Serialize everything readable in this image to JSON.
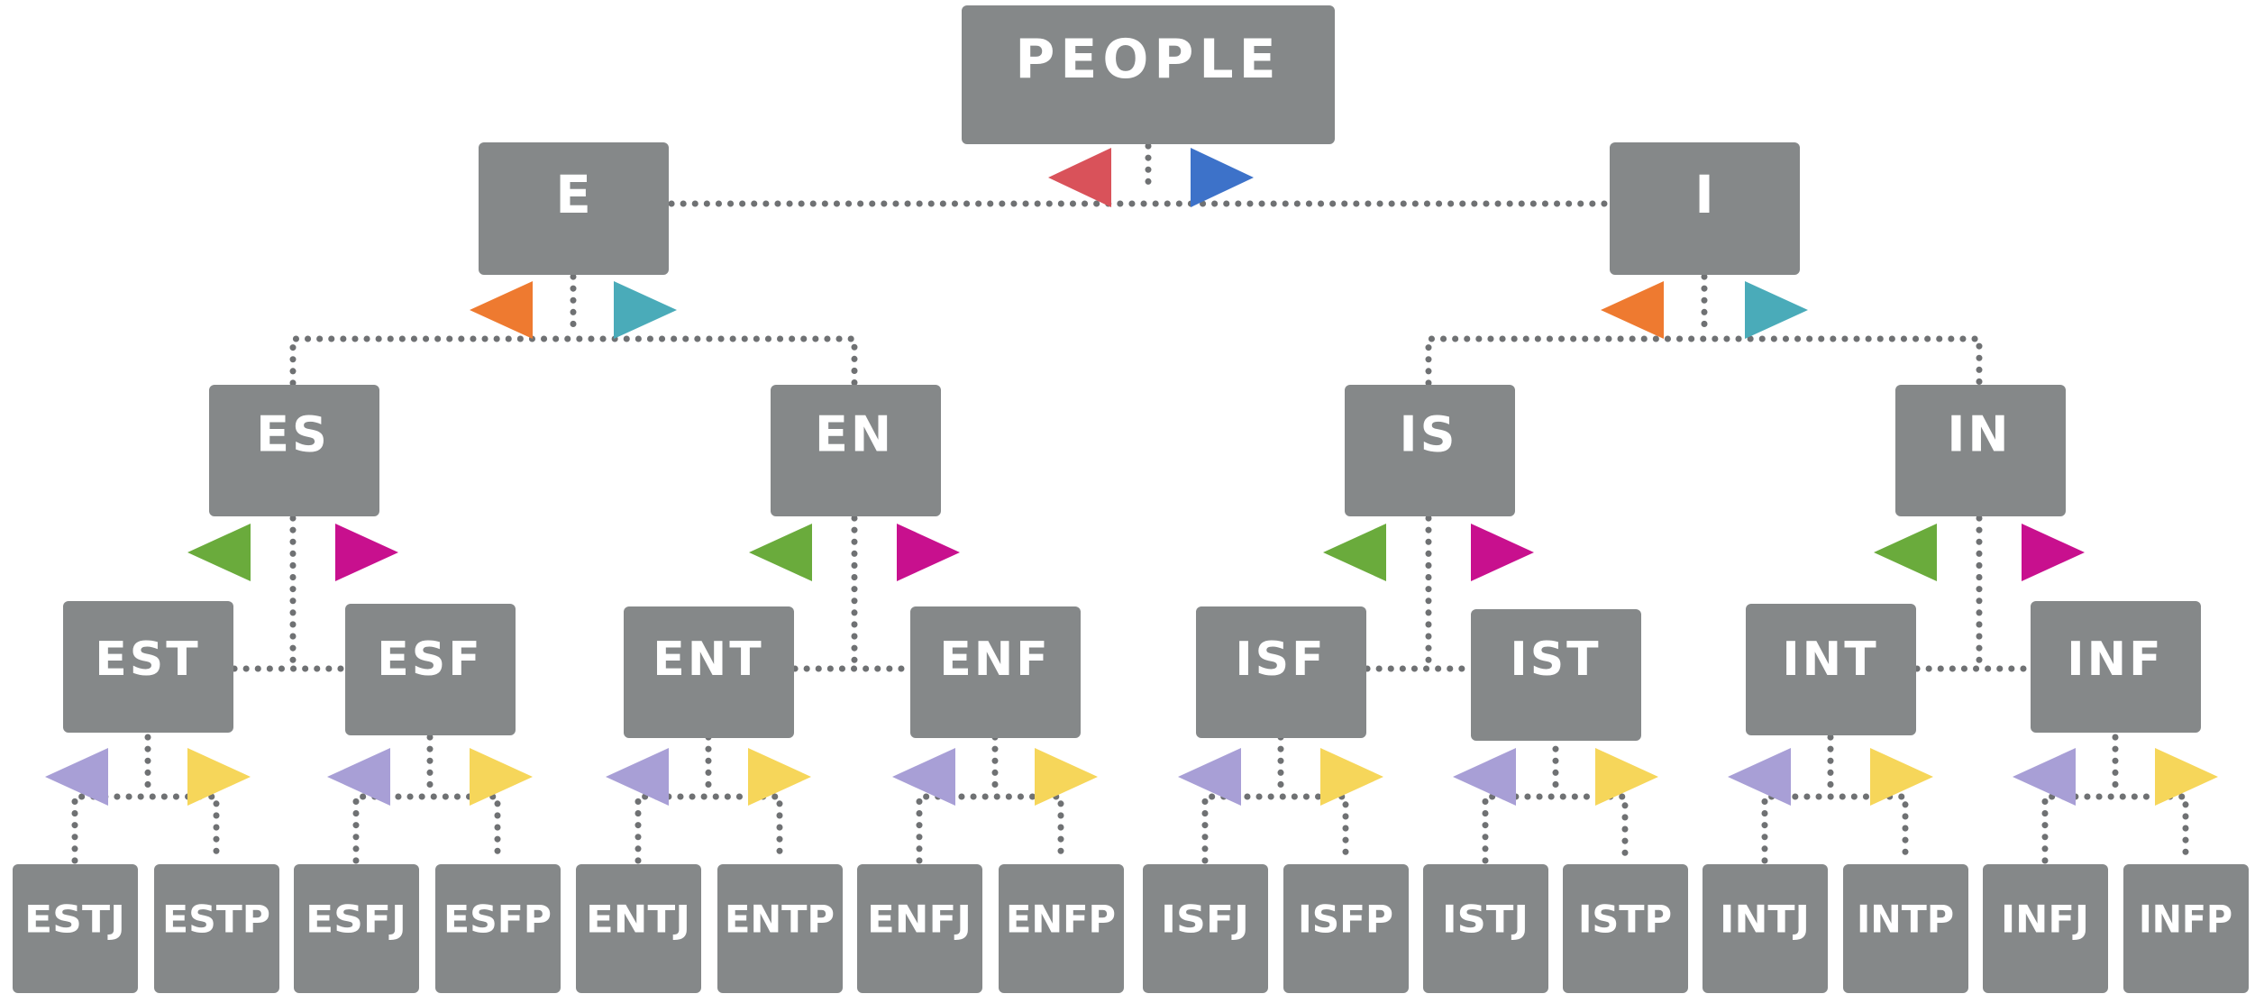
{
  "root": "PEOPLE",
  "level1": [
    "E",
    "I"
  ],
  "level2": [
    "ES",
    "EN",
    "IS",
    "IN"
  ],
  "level3": [
    "EST",
    "ESF",
    "ENT",
    "ENF",
    "ISF",
    "IST",
    "INT",
    "INF"
  ],
  "leaves": [
    "ESTJ",
    "ESTP",
    "ESFJ",
    "ESFP",
    "ENTJ",
    "ENTP",
    "ENFJ",
    "ENFP",
    "ISFJ",
    "ISFP",
    "ISTJ",
    "ISTP",
    "INTJ",
    "INTP",
    "INFJ",
    "INFP"
  ],
  "colors": {
    "box": "#858889",
    "connector": "#6f7173",
    "text": "#ffffff",
    "marker_pairs": [
      [
        "#d9525a",
        "#3d72c9"
      ],
      [
        "#ee7a30",
        "#4aabb9"
      ],
      [
        "#6aab3c",
        "#c8108e"
      ],
      [
        "#a89fd6",
        "#f6d65a"
      ]
    ]
  },
  "icons": [
    "left-triangle-icon",
    "right-triangle-icon"
  ]
}
